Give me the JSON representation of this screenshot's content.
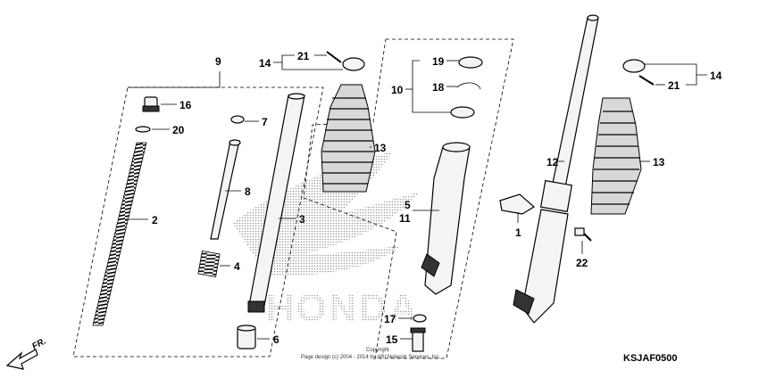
{
  "diagram": {
    "callouts": [
      {
        "id": "9",
        "label": "9"
      },
      {
        "id": "16",
        "label": "16"
      },
      {
        "id": "20",
        "label": "20"
      },
      {
        "id": "2",
        "label": "2"
      },
      {
        "id": "7",
        "label": "7"
      },
      {
        "id": "8",
        "label": "8"
      },
      {
        "id": "3",
        "label": "3"
      },
      {
        "id": "4",
        "label": "4"
      },
      {
        "id": "6",
        "label": "6"
      },
      {
        "id": "14-left",
        "label": "14"
      },
      {
        "id": "21-left",
        "label": "21"
      },
      {
        "id": "13-left",
        "label": "13"
      },
      {
        "id": "10",
        "label": "10"
      },
      {
        "id": "19",
        "label": "19"
      },
      {
        "id": "18",
        "label": "18"
      },
      {
        "id": "5",
        "label": "5"
      },
      {
        "id": "11",
        "label": "11"
      },
      {
        "id": "17",
        "label": "17"
      },
      {
        "id": "15",
        "label": "15"
      },
      {
        "id": "12",
        "label": "12"
      },
      {
        "id": "1",
        "label": "1"
      },
      {
        "id": "22",
        "label": "22"
      },
      {
        "id": "13-right",
        "label": "13"
      },
      {
        "id": "14-right",
        "label": "14"
      },
      {
        "id": "21-right",
        "label": "21"
      }
    ],
    "diagram_code": "KSJAF0500",
    "direction_label": "FR.",
    "watermark_text": "HONDA",
    "copyright_line1": "Copyright",
    "copyright_line2": "Page design (c) 2004 - 2014 by ARI Network Services, Inc."
  }
}
